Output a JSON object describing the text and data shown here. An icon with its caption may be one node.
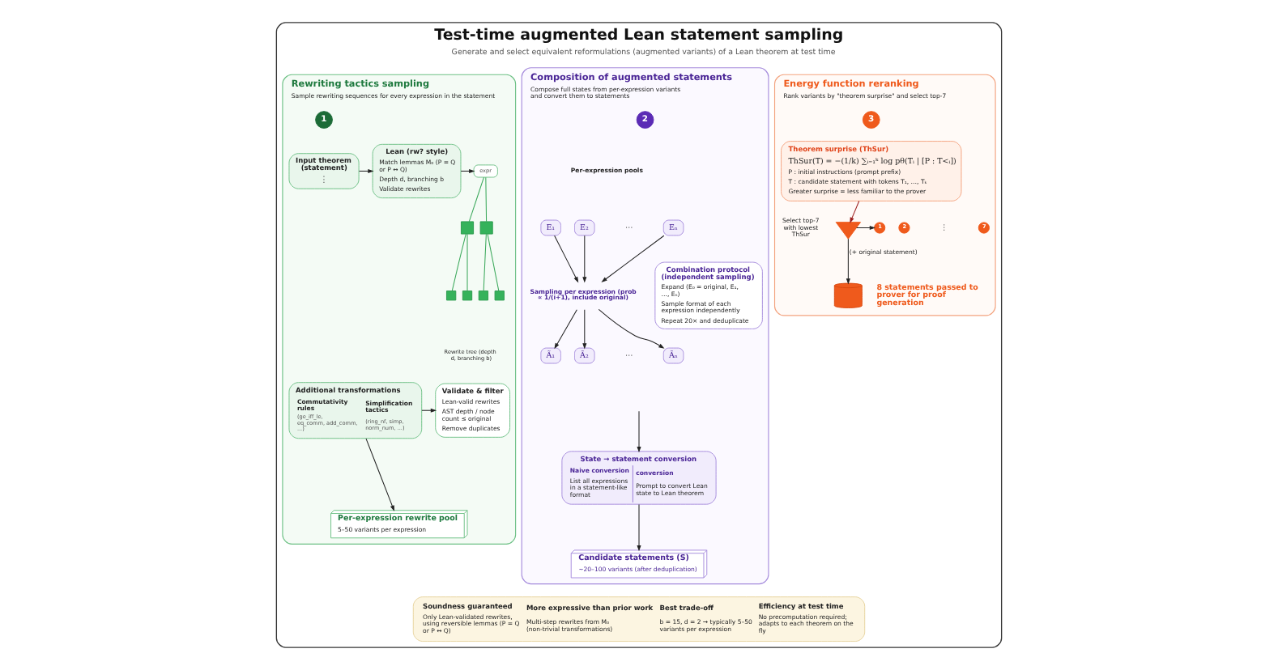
{
  "diagram": {
    "nodes": [
      {
        "text": [
          "Test-time augmented Lean statement sampling",
          "Generate and select equivalent reformulations (augmented variants) of a Lean theorem at test time"
        ]
      },
      {
        "text": [
          "Rewriting tactics sampling",
          "Sample rewriting sequences for every expression in the statement"
        ],
        "in": 0
      },
      {
        "text": [
          "1"
        ],
        "in": 1
      },
      {
        "text": [
          "Input theorem (statement)",
          "⋮"
        ],
        "in": 1
      },
      {
        "text": [
          "Lean (rw? style)",
          "Match lemmas M₀ (P = Q or P ↔ Q)",
          "Depth d, branching b",
          "Validate rewrites"
        ],
        "in": 1
      },
      {
        "text": [
          "expr"
        ],
        "in": 1
      },
      {
        "text": [],
        "shape": "box",
        "in": 1
      },
      {
        "text": [],
        "shape": "box",
        "in": 1
      },
      {
        "text": [],
        "shape": "box",
        "in": 1
      },
      {
        "text": [],
        "shape": "box",
        "in": 1
      },
      {
        "text": [],
        "shape": "box",
        "in": 1
      },
      {
        "text": [],
        "shape": "box",
        "in": 1
      },
      {
        "text": [
          "Additional transformations",
          "Commutativity rules",
          "(ge_iff_le, eq_comm, add_comm, ...)",
          "Simplification tactics",
          "(ring_nf, simp, norm_num, ...)"
        ],
        "in": 1
      },
      {
        "text": [
          "Validate & filter",
          "Lean-valid rewrites",
          "AST depth / node count ≤ original",
          "Remove duplicates"
        ],
        "in": 1
      },
      {
        "text": [
          "Per-expression rewrite pool",
          "5–50 variants per expression"
        ],
        "in": 1
      },
      {
        "text": [
          "Composition of augmented statements",
          "Compose full states from per-expression variants and convert them to statements"
        ],
        "in": 0
      },
      {
        "text": [
          "2"
        ],
        "in": 15
      },
      {
        "text": [
          "E₁"
        ],
        "in": 15
      },
      {
        "text": [
          "E₂"
        ],
        "in": 15
      },
      {
        "text": [
          "Eₙ"
        ],
        "in": 15
      },
      {
        "text": [
          "Sampling per expression (prob ∝ 1/(i+1), include original)"
        ],
        "in": 15
      },
      {
        "text": [
          "Ã₁"
        ],
        "in": 15
      },
      {
        "text": [
          "Ã₂"
        ],
        "in": 15
      },
      {
        "text": [
          "Ãₙ"
        ],
        "in": 15
      },
      {
        "text": [
          "Combination protocol (independent sampling)",
          "Expand (E₀ = original, E₁, …, Eₙ)",
          "Sample format of each expression independently",
          "Repeat 20× and deduplicate"
        ],
        "in": 15
      },
      {
        "text": [
          "State → statement conversion",
          "Naive conversion",
          "List all expressions in a statement-like format",
          "conversion",
          "Prompt to convert Lean state to Lean theorem"
        ],
        "in": 15
      },
      {
        "text": [
          "Candidate statements (S)",
          "~20–100 variants (after deduplication)"
        ],
        "in": 15
      },
      {
        "text": [
          "Energy function reranking",
          "Rank variants by \"theorem surprise\" and select top-7"
        ],
        "in": 0
      },
      {
        "text": [
          "3"
        ],
        "in": 27
      },
      {
        "text": [
          "Theorem surprise (ThSur)",
          "ThSur(T) = −(1/k) ∑ᵢ₌₁ᵏ log pθ(Tᵢ | [P : T<ᵢ])",
          "P : initial instructions (prompt prefix)",
          "T : candidate statement with tokens T₁, …, Tₖ",
          "Greater surprise = less familiar to the prover"
        ],
        "in": 27
      },
      {
        "text": [],
        "shape": "funnel",
        "beside": [
          "Select top-7 with lowest ThSur"
        ],
        "in": 27
      },
      {
        "text": [
          "1"
        ],
        "in": 27
      },
      {
        "text": [
          "2"
        ],
        "in": 27
      },
      {
        "text": [
          "7"
        ],
        "in": 27
      },
      {
        "text": [],
        "shape": "cylinder",
        "beside": [
          "8 statements passed to prover for proof generation"
        ],
        "in": 27
      },
      {
        "text": [
          "Soundness guaranteed",
          "Only Lean-validated rewrites, using reversible lemmas (P = Q or P ↔ Q)",
          "More expressive than prior work",
          "Multi-step rewrites from M₀ (non-trivial transformations)",
          "Best trade-off",
          "b = 15, d = 2 → typically 5–50 variants per expression",
          "Efficiency at test time",
          "No precomputation required; adapts to each theorem on the fly"
        ],
        "in": 0
      }
    ],
    "edges": [
      {
        "from": 3,
        "to": 4,
        "arrow": "to"
      },
      {
        "from": 4,
        "to": 5,
        "arrow": "to"
      },
      {
        "from": 5,
        "to": 6,
        "arrow": "none",
        "color": "#3aa85a"
      },
      {
        "from": 5,
        "to": 7,
        "arrow": "none",
        "color": "#3aa85a"
      },
      {
        "from": 6,
        "to": 8,
        "arrow": "none",
        "color": "#3aa85a"
      },
      {
        "from": 6,
        "to": 9,
        "arrow": "none",
        "color": "#3aa85a"
      },
      {
        "from": 7,
        "to": 10,
        "arrow": "none",
        "color": "#3aa85a"
      },
      {
        "from": 7,
        "to": 11,
        "arrow": "none",
        "color": "#3aa85a"
      },
      {
        "from": 12,
        "to": 13,
        "arrow": "to"
      },
      {
        "from": 12,
        "to": 14,
        "arrow": "to"
      },
      {
        "from": 17,
        "to": 20,
        "arrow": "to"
      },
      {
        "from": 18,
        "to": 20,
        "arrow": "to"
      },
      {
        "from": 19,
        "to": 20,
        "arrow": "to"
      },
      {
        "from": 20,
        "to": 21,
        "arrow": "to"
      },
      {
        "from": 20,
        "to": 22,
        "arrow": "to"
      },
      {
        "from": 20,
        "to": 23,
        "arrow": "to"
      },
      {
        "from": null,
        "to": 25,
        "arrow": "to"
      },
      {
        "from": 25,
        "to": 26,
        "arrow": "to"
      },
      {
        "from": 29,
        "to": 30,
        "arrow": "to",
        "color": "#9b1c1c"
      },
      {
        "from": 30,
        "to": 31,
        "arrow": "to"
      },
      {
        "from": 30,
        "to": 34,
        "arrow": "to",
        "label": "(+ original statement)"
      }
    ],
    "labels": [
      "Rewrite tree (depth d, branching b)",
      "Per-expression pools",
      "⋯",
      "⋯",
      "⋮"
    ]
  }
}
